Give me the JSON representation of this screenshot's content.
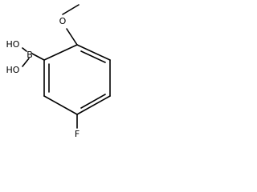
{
  "molecule": {
    "atoms": {
      "oxygen": "O",
      "boron": "B",
      "hydroxyl_top": "HO",
      "hydroxyl_bottom": "HO",
      "fluorine": "F"
    }
  }
}
